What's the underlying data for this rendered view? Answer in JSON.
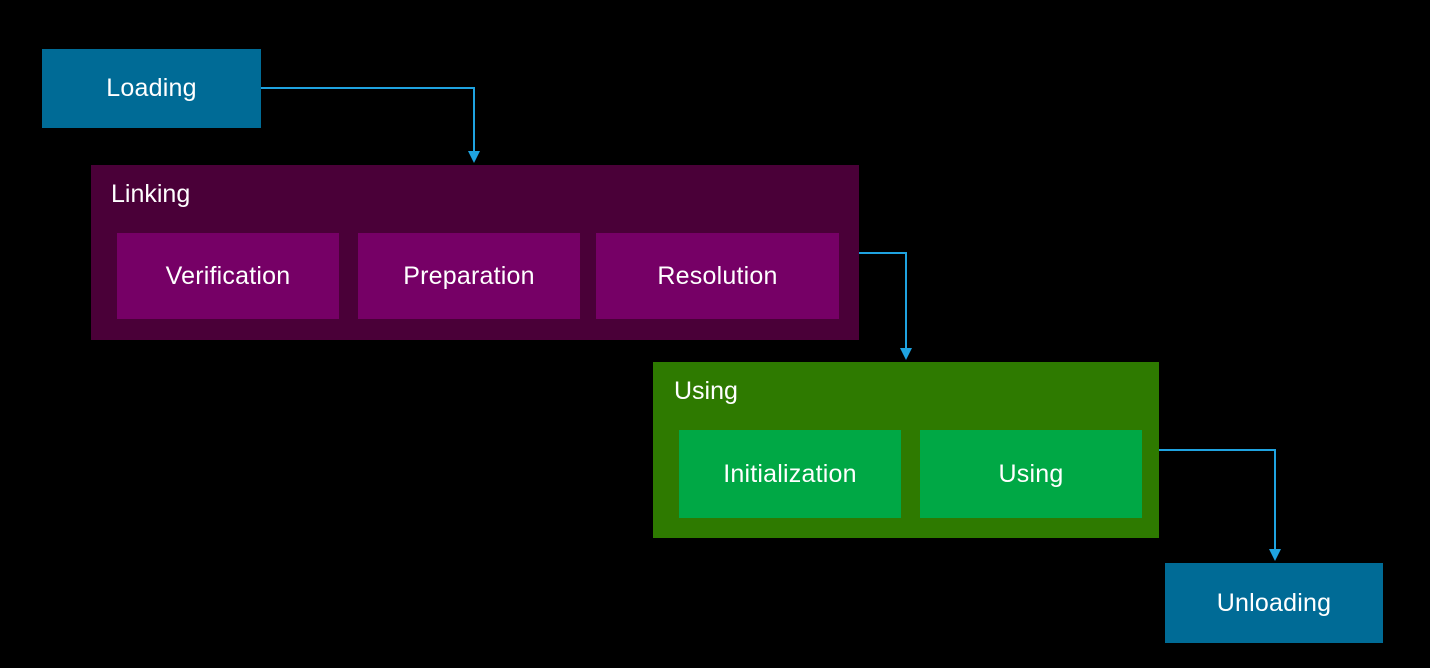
{
  "colors": {
    "background": "#000000",
    "blue_box": "#006b96",
    "linking_group": "#4a0038",
    "linking_item": "#760066",
    "using_group": "#2e7a00",
    "using_item": "#00a845",
    "arrow": "#1fa3e0"
  },
  "nodes": {
    "loading": "Loading",
    "unloading": "Unloading"
  },
  "linking": {
    "title": "Linking",
    "items": [
      "Verification",
      "Preparation",
      "Resolution"
    ]
  },
  "using": {
    "title": "Using",
    "items": [
      "Initialization",
      "Using"
    ]
  }
}
